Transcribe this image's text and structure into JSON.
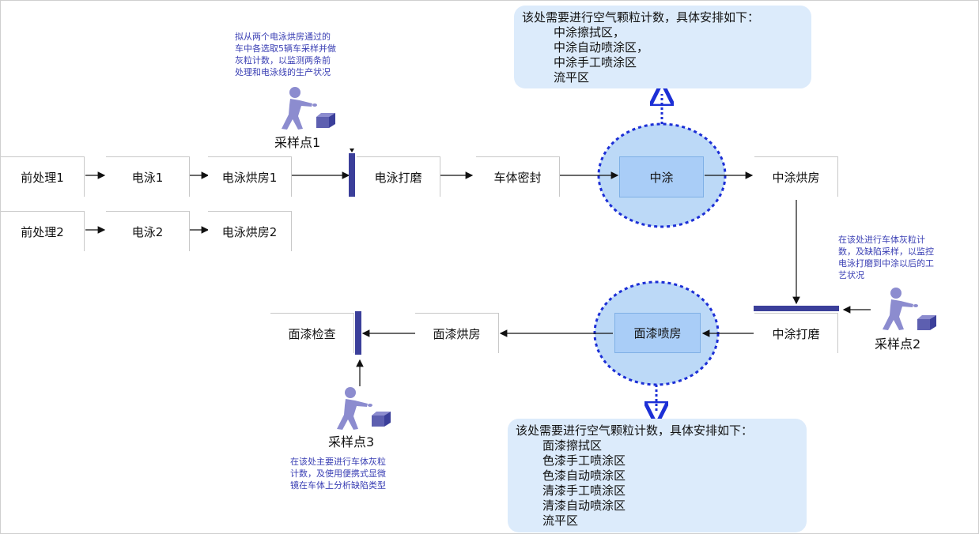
{
  "row1": {
    "pre1": "前处理1",
    "ed1": "电泳1",
    "oven1": "电泳烘房1",
    "sanding": "电泳打磨",
    "seal": "车体密封",
    "mid": "中涂",
    "mid_oven": "中涂烘房"
  },
  "row2": {
    "pre2": "前处理2",
    "ed2": "电泳2",
    "oven2": "电泳烘房2"
  },
  "row3": {
    "mid_sanding": "中涂打磨",
    "top_spray": "面漆喷房",
    "top_oven": "面漆烘房",
    "top_inspect": "面漆检查"
  },
  "callout_top": {
    "title": "该处需要进行空气颗粒计数，具体安排如下：",
    "items": [
      "中涂擦拭区，",
      "中涂自动喷涂区，",
      "中涂手工喷涂区",
      "流平区"
    ]
  },
  "callout_bottom": {
    "title": "该处需要进行空气颗粒计数，具体安排如下：",
    "items": [
      "面漆擦拭区",
      "色漆手工喷涂区",
      "色漆自动喷涂区",
      "清漆手工喷涂区",
      "清漆自动喷涂区",
      "流平区"
    ]
  },
  "samples": {
    "s1": "采样点1",
    "s2": "采样点2",
    "s3": "采样点3"
  },
  "notes": {
    "n1": [
      "拟从两个电泳烘房通过的",
      "车中各选取5辆车采样并做",
      "灰粒计数，以监测两条前",
      "处理和电泳线的生产状况"
    ],
    "n2": [
      "在该处进行车体灰粒计",
      "数，及缺陷采样，以监控",
      "电泳打磨到中涂以后的工",
      "艺状况"
    ],
    "n3": [
      "在该处主要进行车体灰粒",
      "计数，及使用便携式显微",
      "镜在车体上分析缺陷类型"
    ]
  },
  "colors": {
    "accent_blue": "#1c2fd6",
    "zone_fill": "#bcd9f7",
    "box_fill": "#a9cdf7",
    "callout_fill": "#dcebfb",
    "sample_bar": "#3b3f9a",
    "person": "#8c8ccf"
  },
  "icons": [
    "person-sampling-icon",
    "sample-box-icon"
  ]
}
